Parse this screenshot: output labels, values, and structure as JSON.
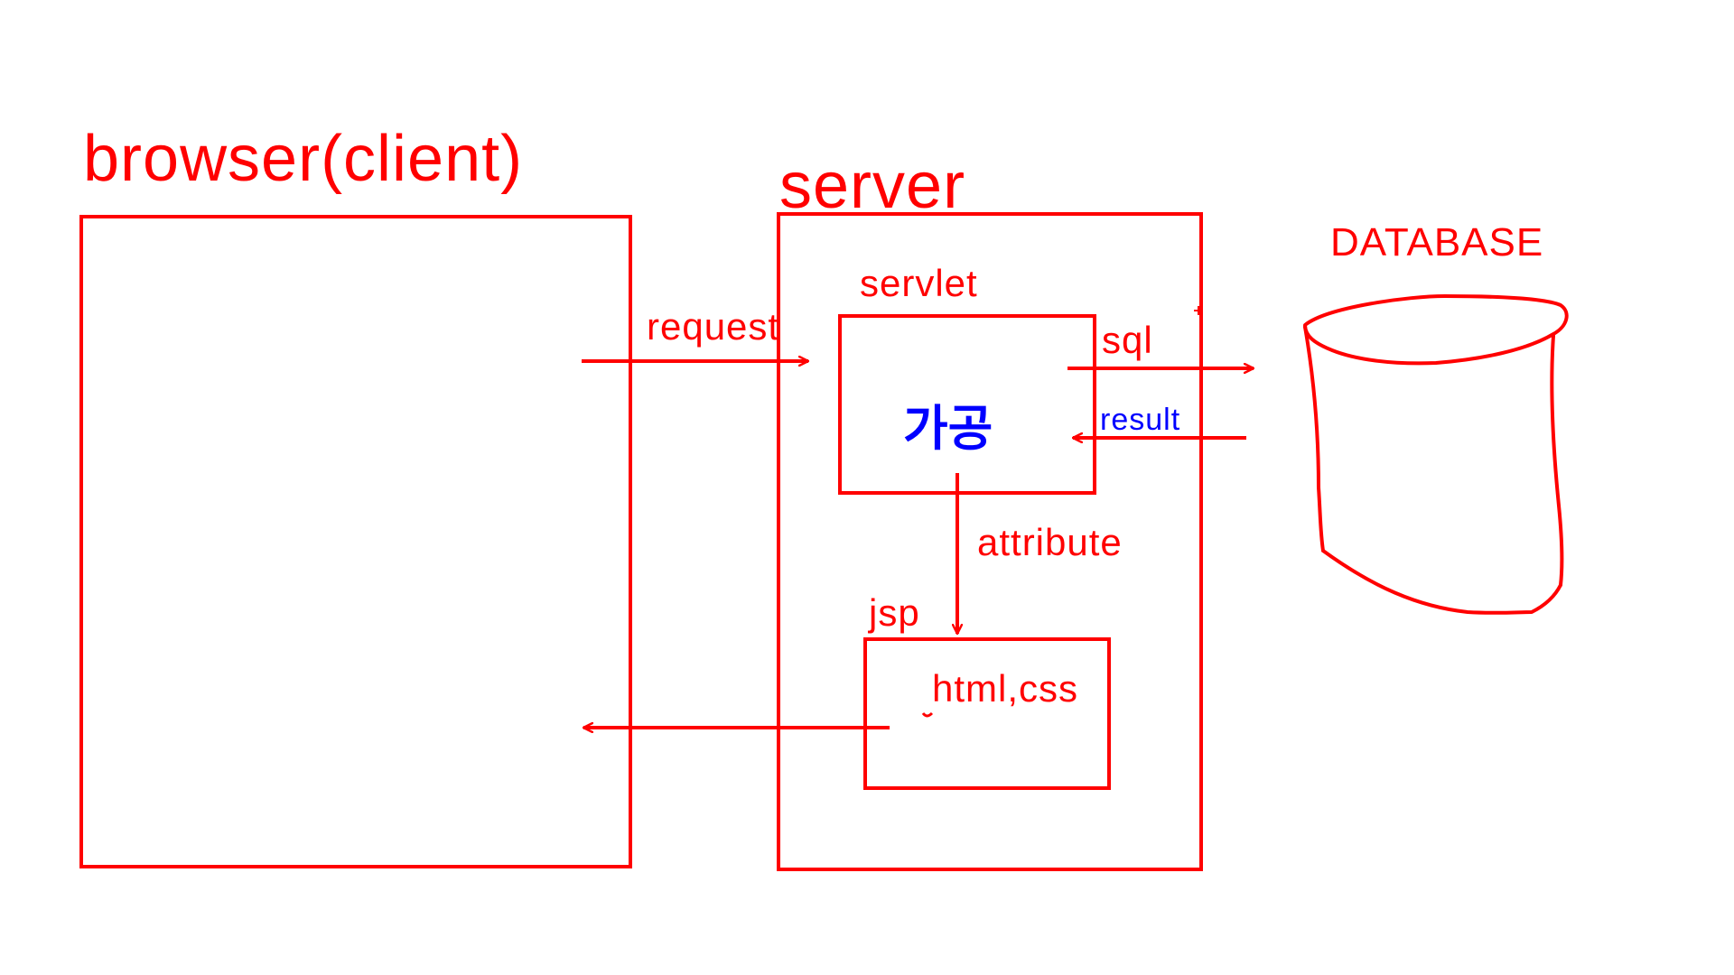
{
  "colors": {
    "stroke": "#ff0000",
    "accent_text": "#0000ff",
    "background": "#ffffff"
  },
  "browser": {
    "title": "browser(client)"
  },
  "server": {
    "title": "server",
    "servlet": {
      "title": "servlet",
      "processing_label": "가공"
    },
    "jsp": {
      "title": "jsp",
      "content_label": "html,css"
    }
  },
  "database": {
    "title": "DATABASE"
  },
  "flows": {
    "request_label": "request",
    "sql_label": "sql",
    "result_label": "result",
    "attribute_label": "attribute"
  }
}
